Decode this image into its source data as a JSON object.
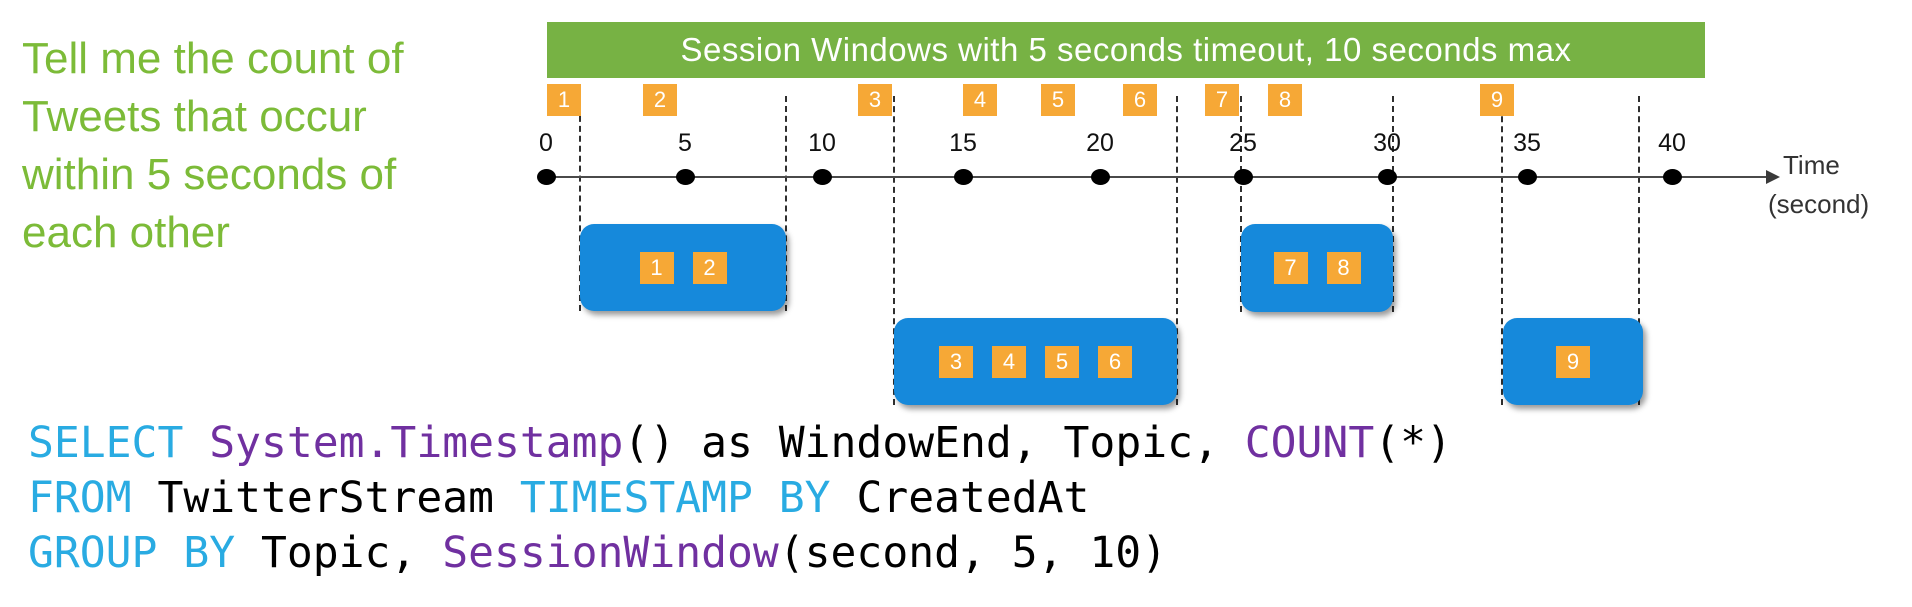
{
  "colors": {
    "query_text_green": "#7CBB38",
    "banner_green": "#77B244",
    "event_orange": "#F6A836",
    "window_blue": "#1689DB",
    "code_keyword_cyan": "#29ABE2",
    "code_function_purple": "#7030A0",
    "code_plain_black": "#000000"
  },
  "query_text": {
    "lines": [
      "Tell me the count of",
      "Tweets that occur",
      "within 5 seconds of",
      "each other"
    ]
  },
  "banner": {
    "label": "Session Windows with 5 seconds timeout, 10 seconds max"
  },
  "timeline": {
    "ticks": [
      "0",
      "5",
      "10",
      "15",
      "20",
      "25",
      "30",
      "35",
      "40"
    ],
    "axis_label": "Time",
    "axis_sublabel": "(second)"
  },
  "events": [
    {
      "label": "1",
      "approx_time_s": 0.7
    },
    {
      "label": "2",
      "approx_time_s": 4.1
    },
    {
      "label": "3",
      "approx_time_s": 11.7
    },
    {
      "label": "4",
      "approx_time_s": 15.4
    },
    {
      "label": "5",
      "approx_time_s": 18.2
    },
    {
      "label": "6",
      "approx_time_s": 21.1
    },
    {
      "label": "7",
      "approx_time_s": 24.0
    },
    {
      "label": "8",
      "approx_time_s": 26.2
    },
    {
      "label": "9",
      "approx_time_s": 33.8
    }
  ],
  "windows": [
    {
      "events": [
        "1",
        "2"
      ]
    },
    {
      "events": [
        "3",
        "4",
        "5",
        "6"
      ]
    },
    {
      "events": [
        "7",
        "8"
      ]
    },
    {
      "events": [
        "9"
      ]
    }
  ],
  "code": {
    "lines": [
      {
        "tokens": [
          {
            "t": "SELECT "
          },
          {
            "t": "System.Timestamp"
          },
          {
            "t": "() as WindowEnd, Topic, "
          },
          {
            "t": "COUNT"
          },
          {
            "t": "(*)"
          }
        ]
      },
      {
        "tokens": [
          {
            "t": "FROM "
          },
          {
            "t": "TwitterStream "
          },
          {
            "t": "TIMESTAMP BY "
          },
          {
            "t": "CreatedAt"
          }
        ]
      },
      {
        "tokens": [
          {
            "t": "GROUP BY "
          },
          {
            "t": "Topic, "
          },
          {
            "t": "SessionWindow"
          },
          {
            "t": "(second, 5, 10)"
          }
        ]
      }
    ]
  }
}
